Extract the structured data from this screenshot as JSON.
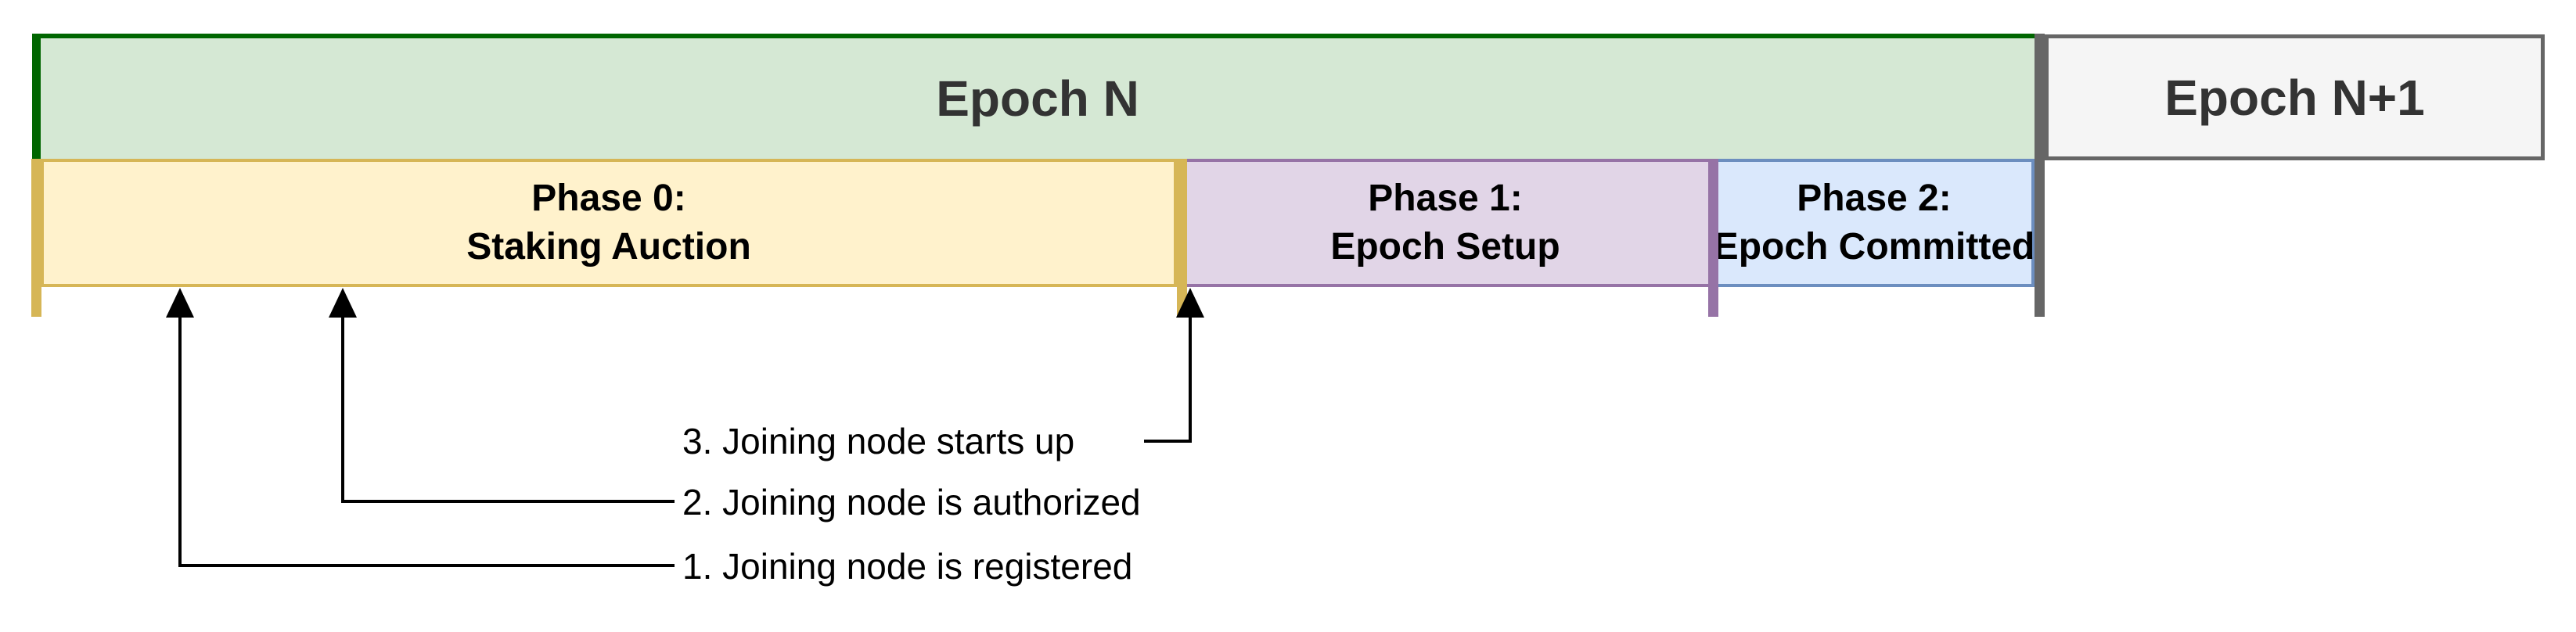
{
  "diagram": {
    "epochs": {
      "current": {
        "label": "Epoch N",
        "fill": "#d5e8d4",
        "accent": "#006600",
        "text_color": "#333333"
      },
      "next": {
        "label": "Epoch N+1",
        "fill": "#f5f5f5",
        "stroke": "#666666",
        "text_color": "#333333"
      },
      "divider_color": "#666666"
    },
    "phases": [
      {
        "name": "Phase 0:",
        "subtitle": "Staking Auction",
        "fill": "#fff2cc",
        "stroke": "#d6b656",
        "text_color": "#000000"
      },
      {
        "name": "Phase 1:",
        "subtitle": "Epoch Setup",
        "fill": "#e1d5e7",
        "stroke": "#9673a6",
        "text_color": "#000000"
      },
      {
        "name": "Phase 2:",
        "subtitle": "Epoch Committed",
        "fill": "#dae8fc",
        "stroke": "#6c8ebf",
        "text_color": "#000000"
      }
    ],
    "events": [
      {
        "label": "1. Joining node is registered",
        "points_to": "early Phase 0"
      },
      {
        "label": "2. Joining node is authorized",
        "points_to": "mid Phase 0"
      },
      {
        "label": "3. Joining node starts up",
        "points_to": "end of Phase 0"
      }
    ],
    "arrow_color": "#000000",
    "background": "#ffffff"
  }
}
